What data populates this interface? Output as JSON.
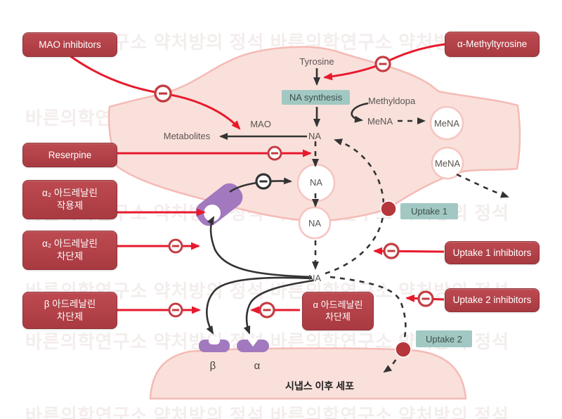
{
  "watermark": {
    "text": "바른의학연구소   약처방의 정석   바른의학연구소   약처방의 정석"
  },
  "colors": {
    "accent_red": "#e8192c",
    "drug_box_red": "#b2424a",
    "teal": "#a2c8c3",
    "purple_receptor": "#a279bf",
    "neuron_pink_fill": "#f9e0db",
    "neuron_pink_stroke": "#f5bab5",
    "uptake_dot_red": "#b5373c",
    "line_black": "#333333"
  },
  "synthesis": {
    "tyrosine": "Tyrosine",
    "na_synthesis": "NA synthesis",
    "methyldopa": "Methyldopa",
    "mena": "MeNA",
    "na": "NA",
    "mao": "MAO",
    "metabolites": "Metabolites"
  },
  "drugs": {
    "mao_inhibitors": "MAO inhibitors",
    "alpha_methyltyrosine": "α-Methyltyrosine",
    "reserpine": "Reserpine",
    "alpha2_agonist": {
      "line1": "α₂ 아드레날린",
      "line2": "작용제"
    },
    "alpha2_blocker": {
      "line1": "α₂ 아드레날린",
      "line2": "차단제"
    },
    "beta_blocker": {
      "line1": "β 아드레날린",
      "line2": "차단제"
    },
    "alpha_blocker": {
      "line1": "α 아드레날린",
      "line2": "차단제"
    },
    "uptake1_inhibitors": "Uptake 1 inhibitors",
    "uptake2_inhibitors": "Uptake 2 inhibitors"
  },
  "transport": {
    "uptake1": "Uptake 1",
    "uptake2": "Uptake 2"
  },
  "postsynaptic": {
    "label": "시냅스 이후 세포",
    "beta_receptor": "β",
    "alpha_receptor": "α"
  }
}
